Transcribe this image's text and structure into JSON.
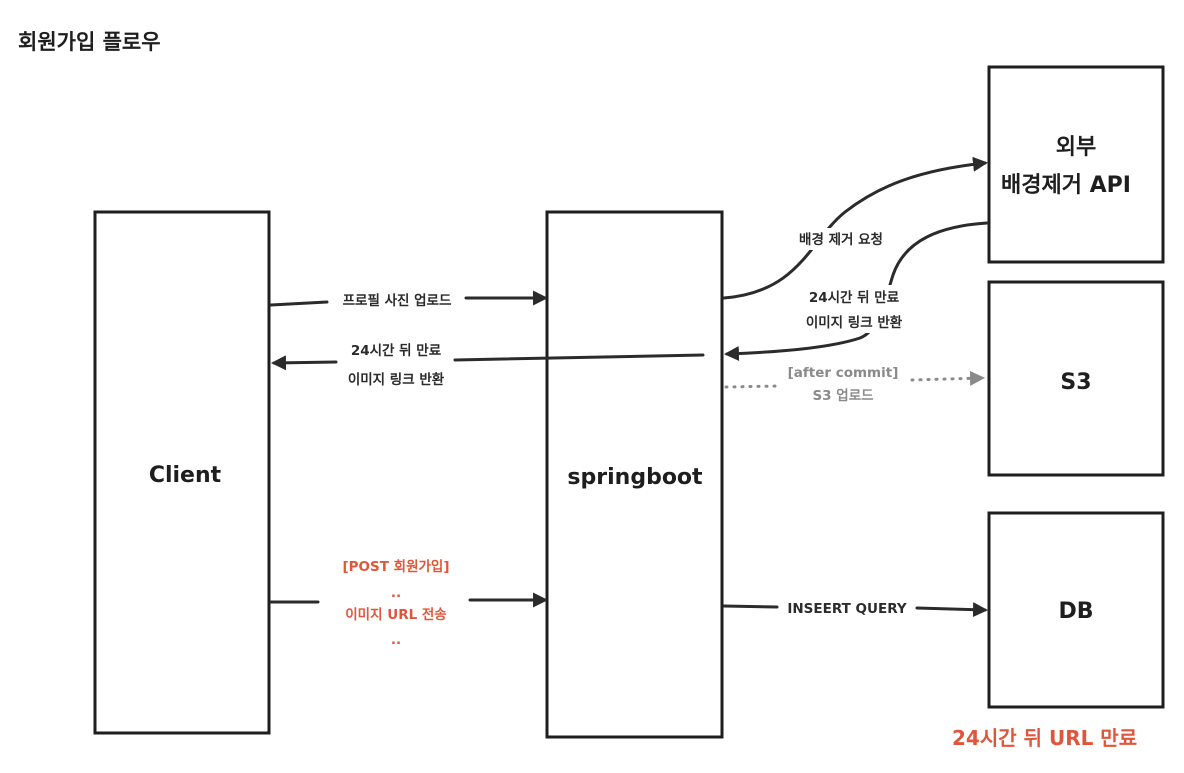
{
  "title": "회원가입 플로우",
  "nodes": {
    "client": "Client",
    "springboot": "springboot",
    "bg_api": [
      "외부",
      "배경제거 API"
    ],
    "s3": "S3",
    "db": "DB"
  },
  "edges": {
    "upload": "프로필 사진 업로드",
    "return_to_client": [
      "24시간 뒤 만료",
      "이미지 링크 반환"
    ],
    "signup": [
      "[POST 회원가입]",
      "..",
      "이미지 URL 전송",
      ".."
    ],
    "bg_request": "배경 제거 요청",
    "bg_response": [
      "24시간 뒤 만료",
      "이미지 링크 반환"
    ],
    "s3_upload": [
      "[after commit]",
      "S3 업로드"
    ],
    "db_insert": "INSEERT QUERY"
  },
  "note": "24시간 뒤 URL 만료",
  "colors": {
    "stroke": "#1e1e1e",
    "arrow": "#2b2b2b",
    "dotted": "#8a8a8a",
    "accent": "#e0563a"
  }
}
